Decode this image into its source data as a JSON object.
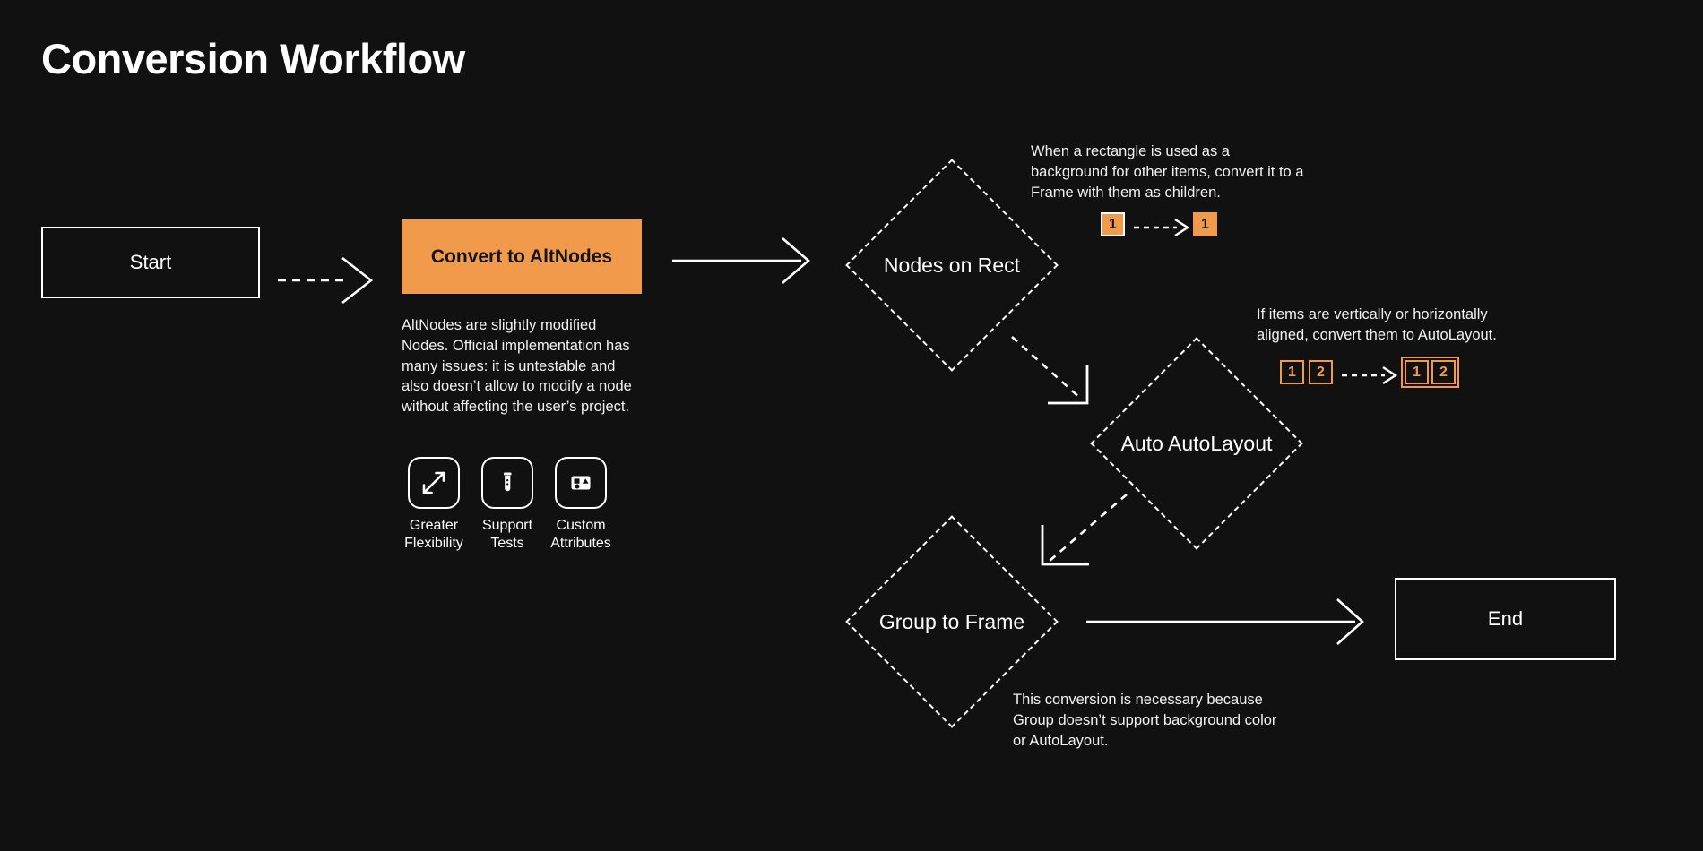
{
  "page": {
    "title": "Conversion Workflow",
    "background_color": "#111111",
    "accent_color": "#f19a4b",
    "text_color": "#ffffff"
  },
  "nodes": {
    "start": {
      "label": "Start",
      "shape": "rectangle"
    },
    "convert": {
      "label": "Convert to AltNodes",
      "shape": "rectangle",
      "fill": "#f19a4b"
    },
    "nodes_on_rect": {
      "label": "Nodes on Rect",
      "shape": "diamond"
    },
    "auto_autolayout": {
      "label": "Auto AutoLayout",
      "shape": "diamond"
    },
    "group_to_frame": {
      "label": "Group to Frame",
      "shape": "diamond"
    },
    "end": {
      "label": "End",
      "shape": "rectangle"
    }
  },
  "notes": {
    "convert": "AltNodes are slightly modified Nodes. Official implementation has many issues: it is untestable and also doesn’t allow to modify a node without affecting the user’s project.",
    "nodes_on_rect": "When a rectangle is used as a background for other items, convert it to a Frame with them as children.",
    "auto_autolayout": "If items are vertically or horizontally aligned, convert them to AutoLayout.",
    "group_to_frame": "This conversion is necessary because Group doesn’t support background color or AutoLayout."
  },
  "features": [
    {
      "icon": "expand-arrows-icon",
      "label": "Greater\nFlexibility"
    },
    {
      "icon": "test-tube-icon",
      "label": "Support\nTests"
    },
    {
      "icon": "shapes-frame-icon",
      "label": "Custom\nAttributes"
    }
  ],
  "badges": {
    "nodes_on_rect": {
      "before": [
        "1"
      ],
      "after": [
        "1"
      ],
      "after_framed": false
    },
    "auto_autolayout": {
      "before": [
        "1",
        "2"
      ],
      "after": [
        "1",
        "2"
      ],
      "after_framed": true
    }
  },
  "connectors": [
    {
      "from": "start",
      "to": "convert",
      "style": "dashed"
    },
    {
      "from": "convert",
      "to": "nodes_on_rect",
      "style": "solid"
    },
    {
      "from": "nodes_on_rect",
      "to": "auto_autolayout",
      "style": "dashed-elbow"
    },
    {
      "from": "auto_autolayout",
      "to": "group_to_frame",
      "style": "dashed-elbow"
    },
    {
      "from": "group_to_frame",
      "to": "end",
      "style": "solid"
    }
  ]
}
